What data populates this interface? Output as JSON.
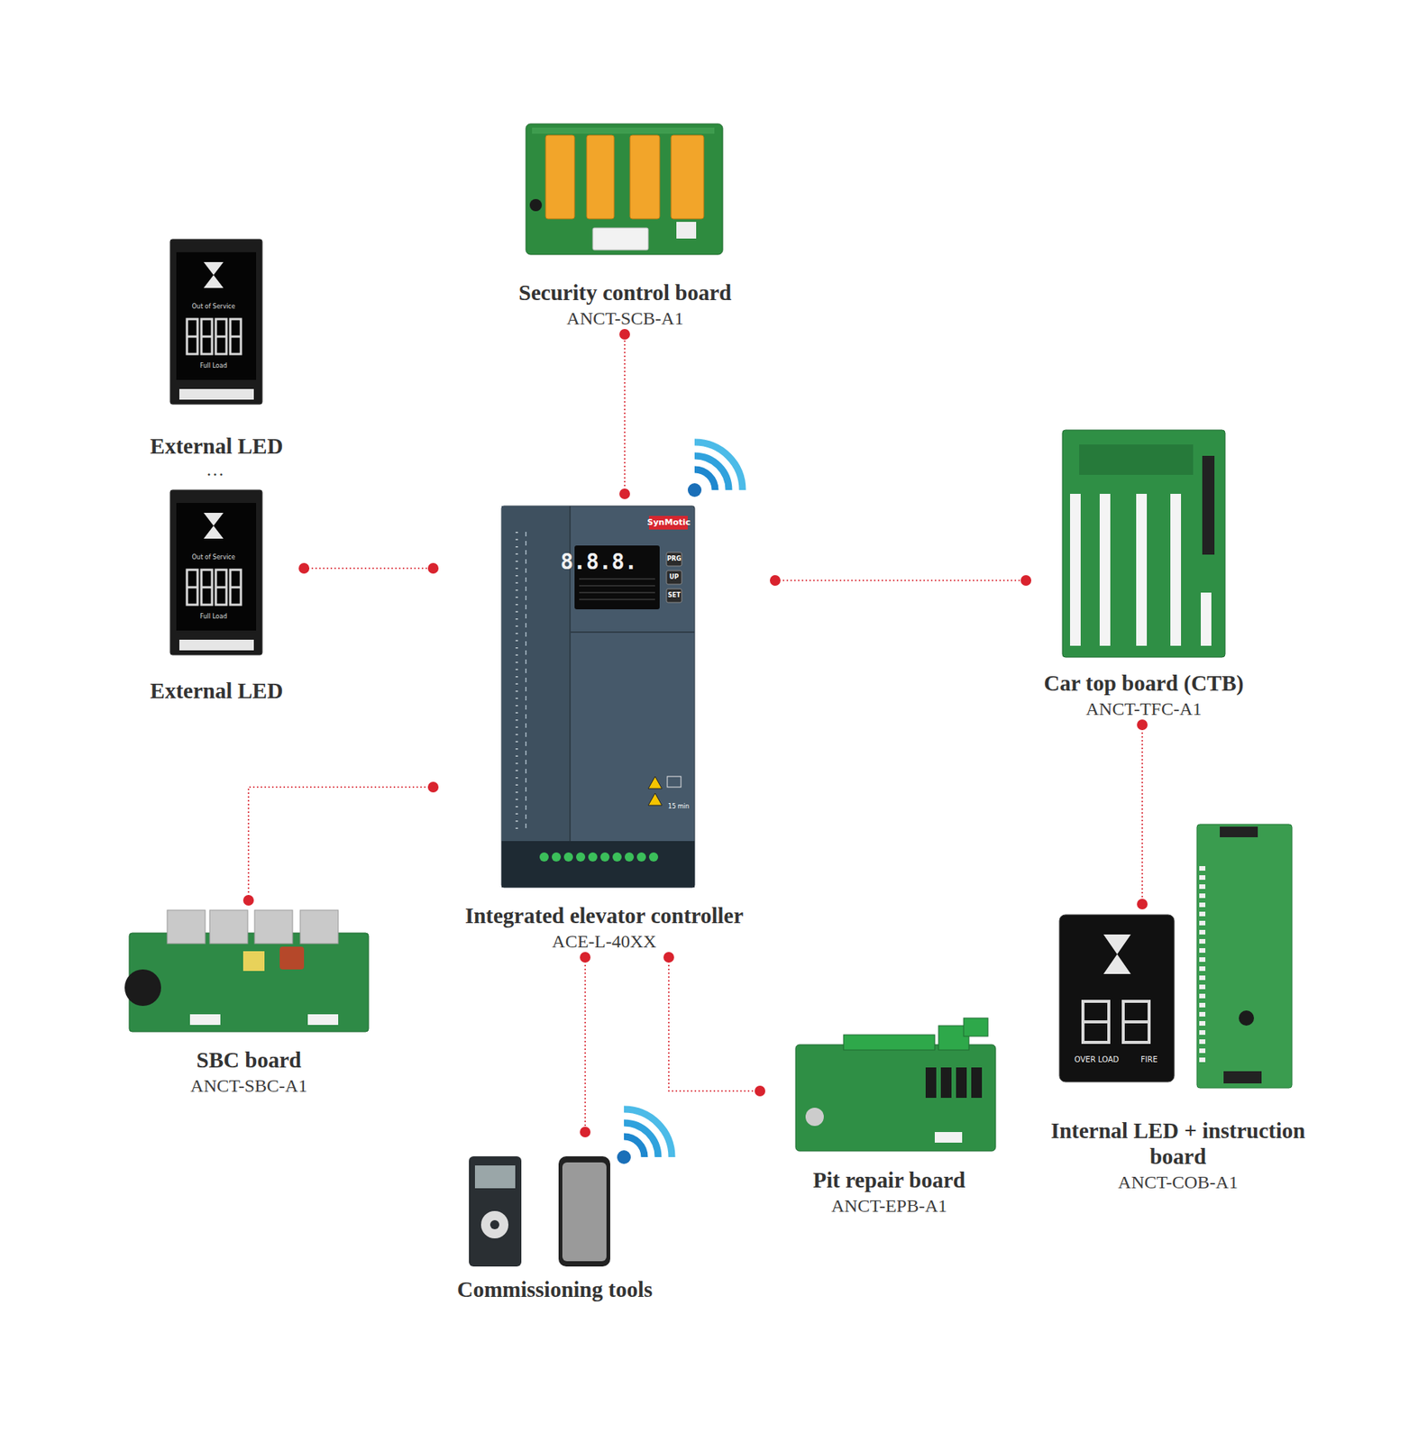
{
  "diagram": {
    "nodes": [
      {
        "text": [
          "Security control board",
          "ANCT-SCB-A1"
        ]
      },
      {
        "text": [
          "External LED"
        ]
      },
      {
        "text": [
          "External LED"
        ]
      },
      {
        "text": [
          "Integrated elevator controller",
          "ACE-L-40XX"
        ]
      },
      {
        "text": [
          "Car top board (CTB)",
          "ANCT-TFC-A1"
        ]
      },
      {
        "text": [
          "SBC board",
          "ANCT-SBC-A1"
        ]
      },
      {
        "text": [
          "Internal LED + instruction board",
          "ANCT-COB-A1"
        ]
      },
      {
        "text": [
          "Pit repair board",
          "ANCT-EPB-A1"
        ]
      },
      {
        "text": [
          "Commissioning tools"
        ]
      }
    ],
    "edges": [
      {
        "from": 3,
        "to": 0,
        "arrow": "none"
      },
      {
        "from": 2,
        "to": 3,
        "arrow": "none"
      },
      {
        "from": 3,
        "to": 4,
        "arrow": "none"
      },
      {
        "from": 4,
        "to": 6,
        "arrow": "none"
      },
      {
        "from": 3,
        "to": 5,
        "arrow": "none"
      },
      {
        "from": 3,
        "to": 8,
        "arrow": "none"
      },
      {
        "from": 3,
        "to": 7,
        "arrow": "none"
      }
    ],
    "labels": [
      "…",
      "SynMotic",
      "8.8.8.",
      "PRG",
      "UP",
      "SET",
      "15 min",
      "Out of Service",
      "Full Load",
      "Out of Service",
      "Full Load",
      "OVER LOAD",
      "FIRE"
    ]
  }
}
